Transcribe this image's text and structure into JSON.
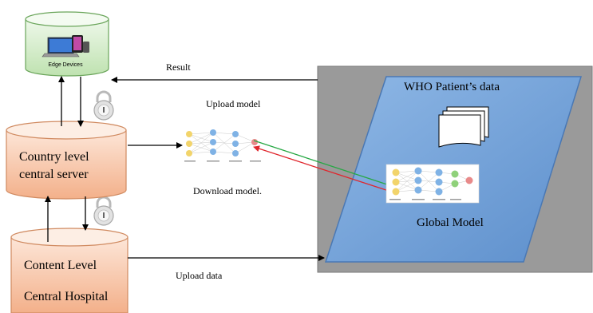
{
  "edge_devices": {
    "label": "Edge Devices"
  },
  "country_server": {
    "line1": "Country level",
    "line2": "central server"
  },
  "central_hospital": {
    "line1": "Content Level",
    "line2": "Central Hospital"
  },
  "arrows": {
    "result": "Result",
    "upload_model": "Upload model",
    "download_model": "Download model.",
    "upload_data": "Upload data"
  },
  "cloud": {
    "who_data": "WHO Patient’s data",
    "global_model": "Global Model"
  },
  "colors": {
    "panel_gray": "#9a9a9a",
    "parallelogram_blue": "#6fa0d8",
    "cylinder_orange": "#f7c2a4",
    "edge_green": "#cfe9c4",
    "upload_arrow": "#27a844",
    "download_arrow": "#e0262d"
  }
}
